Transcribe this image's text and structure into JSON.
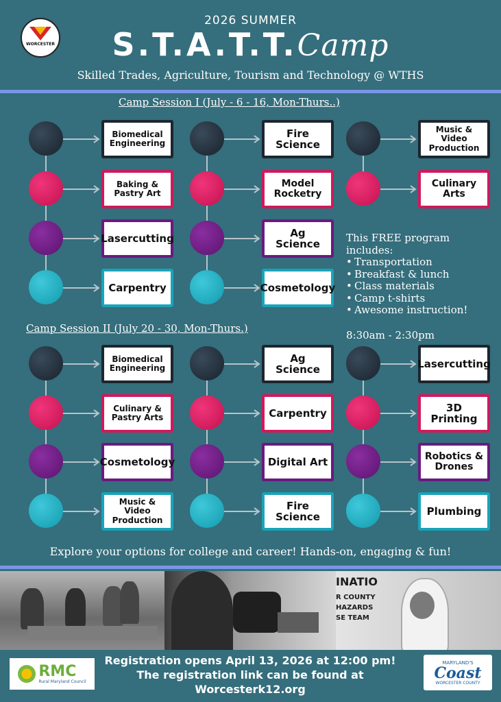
{
  "logo": {
    "text": "WORCESTER"
  },
  "header": {
    "line1": "2026 SUMMER",
    "title": "S.T.A.T.T.",
    "title_script": "Camp",
    "subtitle": "Skilled Trades, Agriculture, Tourism and Technology @ WTHS"
  },
  "session1": {
    "title": "Camp Session I   (July  - 6 - 16, Mon-Thurs..)",
    "col1": [
      "Biomedical Engineering",
      "Baking & Pastry Art",
      "Lasercutting",
      "Carpentry"
    ],
    "col2": [
      "Fire Science",
      "Model Rocketry",
      "Ag Science",
      "Cosmetology"
    ],
    "col3": [
      "Music & Video Production",
      "Culinary Arts"
    ]
  },
  "includes": {
    "heading": "This FREE program includes:",
    "items": [
      "Transportation",
      "Breakfast & lunch",
      "Class materials",
      "Camp t-shirts",
      "Awesome instruction!"
    ]
  },
  "time": "8:30am - 2:30pm",
  "session2": {
    "title": "Camp Session II   (July 20 - 30, Mon-Thurs.)",
    "col1": [
      "Biomedical Engineering",
      "Culinary & Pastry Arts",
      "Cosmetology",
      "Music & Video Production"
    ],
    "col2": [
      "Ag Science",
      "Carpentry",
      "Digital Art",
      "Fire Science"
    ],
    "col3": [
      "Lasercutting",
      "3D Printing",
      "Robotics & Drones",
      "Plumbing"
    ]
  },
  "explore": "Explore your options for college and career! Hands-on, engaging & fun!",
  "photo_text": {
    "line1": "INATIO",
    "line2": "R COUNTY",
    "line3": "HAZARDS",
    "line4": "SE TEAM"
  },
  "footer": {
    "line1": "Registration opens April 13, 2026 at 12:00 pm!",
    "line2": "The registration link can be found at",
    "line3": "Worcesterk12.org"
  },
  "rmc_logo": {
    "big": "RMC",
    "small": "Rural Maryland Council"
  },
  "coast_logo": {
    "top": "MARYLAND'S",
    "main": "Coast",
    "bottom": "WORCESTER COUNTY"
  },
  "colors": {
    "background": "#356e7c",
    "navy": "#1c2630",
    "pink": "#d1195c",
    "purple": "#6a1a80",
    "teal": "#1aa4b8",
    "divider": "#7a96e6"
  }
}
